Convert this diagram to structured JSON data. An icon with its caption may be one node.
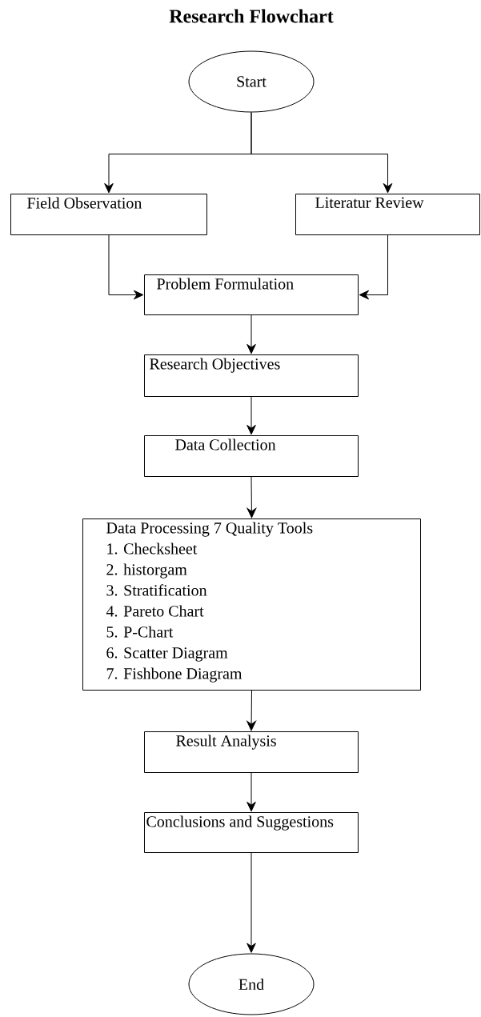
{
  "diagram": {
    "title": "Research Flowchart",
    "nodes": [
      {
        "text": [
          "Start"
        ]
      },
      {
        "text": [
          "Field Observation"
        ]
      },
      {
        "text": [
          "Literatur Review"
        ]
      },
      {
        "text": [
          "Problem Formulation"
        ]
      },
      {
        "text": [
          "Research Objectives"
        ]
      },
      {
        "text": [
          "Data Collection"
        ]
      },
      {
        "text": [
          "Data Processing 7 Quality Tools",
          "1. Checksheet",
          "2. historgam",
          "3. Stratification",
          "4. Pareto Chart",
          "5. P-Chart",
          "6. Scatter Diagram",
          "7. Fishbone Diagram"
        ]
      },
      {
        "text": [
          "Result Analysis"
        ]
      },
      {
        "text": [
          "Conclusions and Suggestions"
        ]
      },
      {
        "text": [
          "End"
        ]
      }
    ],
    "edges": [
      {
        "from": 0,
        "to": 1,
        "arrow": "to"
      },
      {
        "from": 0,
        "to": 2,
        "arrow": "to"
      },
      {
        "from": 1,
        "to": 3,
        "arrow": "to"
      },
      {
        "from": 2,
        "to": 3,
        "arrow": "to"
      },
      {
        "from": 3,
        "to": 4,
        "arrow": "to"
      },
      {
        "from": 4,
        "to": 5,
        "arrow": "to"
      },
      {
        "from": 5,
        "to": 6,
        "arrow": "to"
      },
      {
        "from": 6,
        "to": 7,
        "arrow": "to"
      },
      {
        "from": 7,
        "to": 8,
        "arrow": "to"
      },
      {
        "from": 8,
        "to": 9,
        "arrow": "to"
      }
    ]
  }
}
